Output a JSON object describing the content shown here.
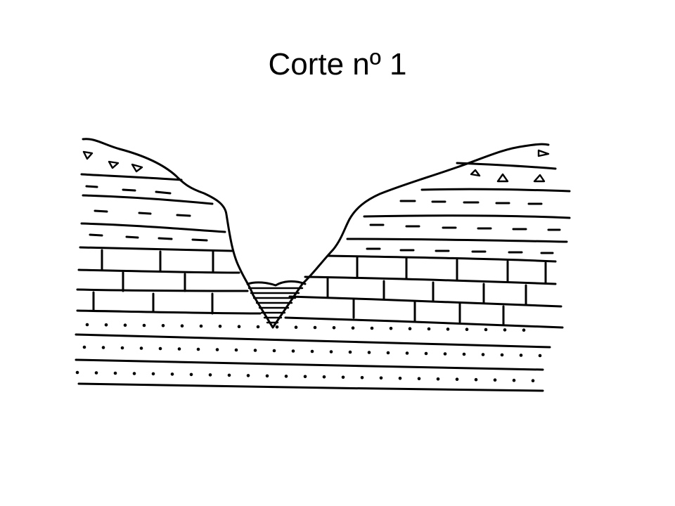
{
  "slide": {
    "title": "Corte nº 1"
  },
  "diagram": {
    "colors": {
      "ink": "#000000",
      "background": "#ffffff"
    },
    "layers_top_to_bottom": [
      "breccia",
      "shale",
      "limestone",
      "sandstone"
    ],
    "valley_fill": "hatched"
  }
}
